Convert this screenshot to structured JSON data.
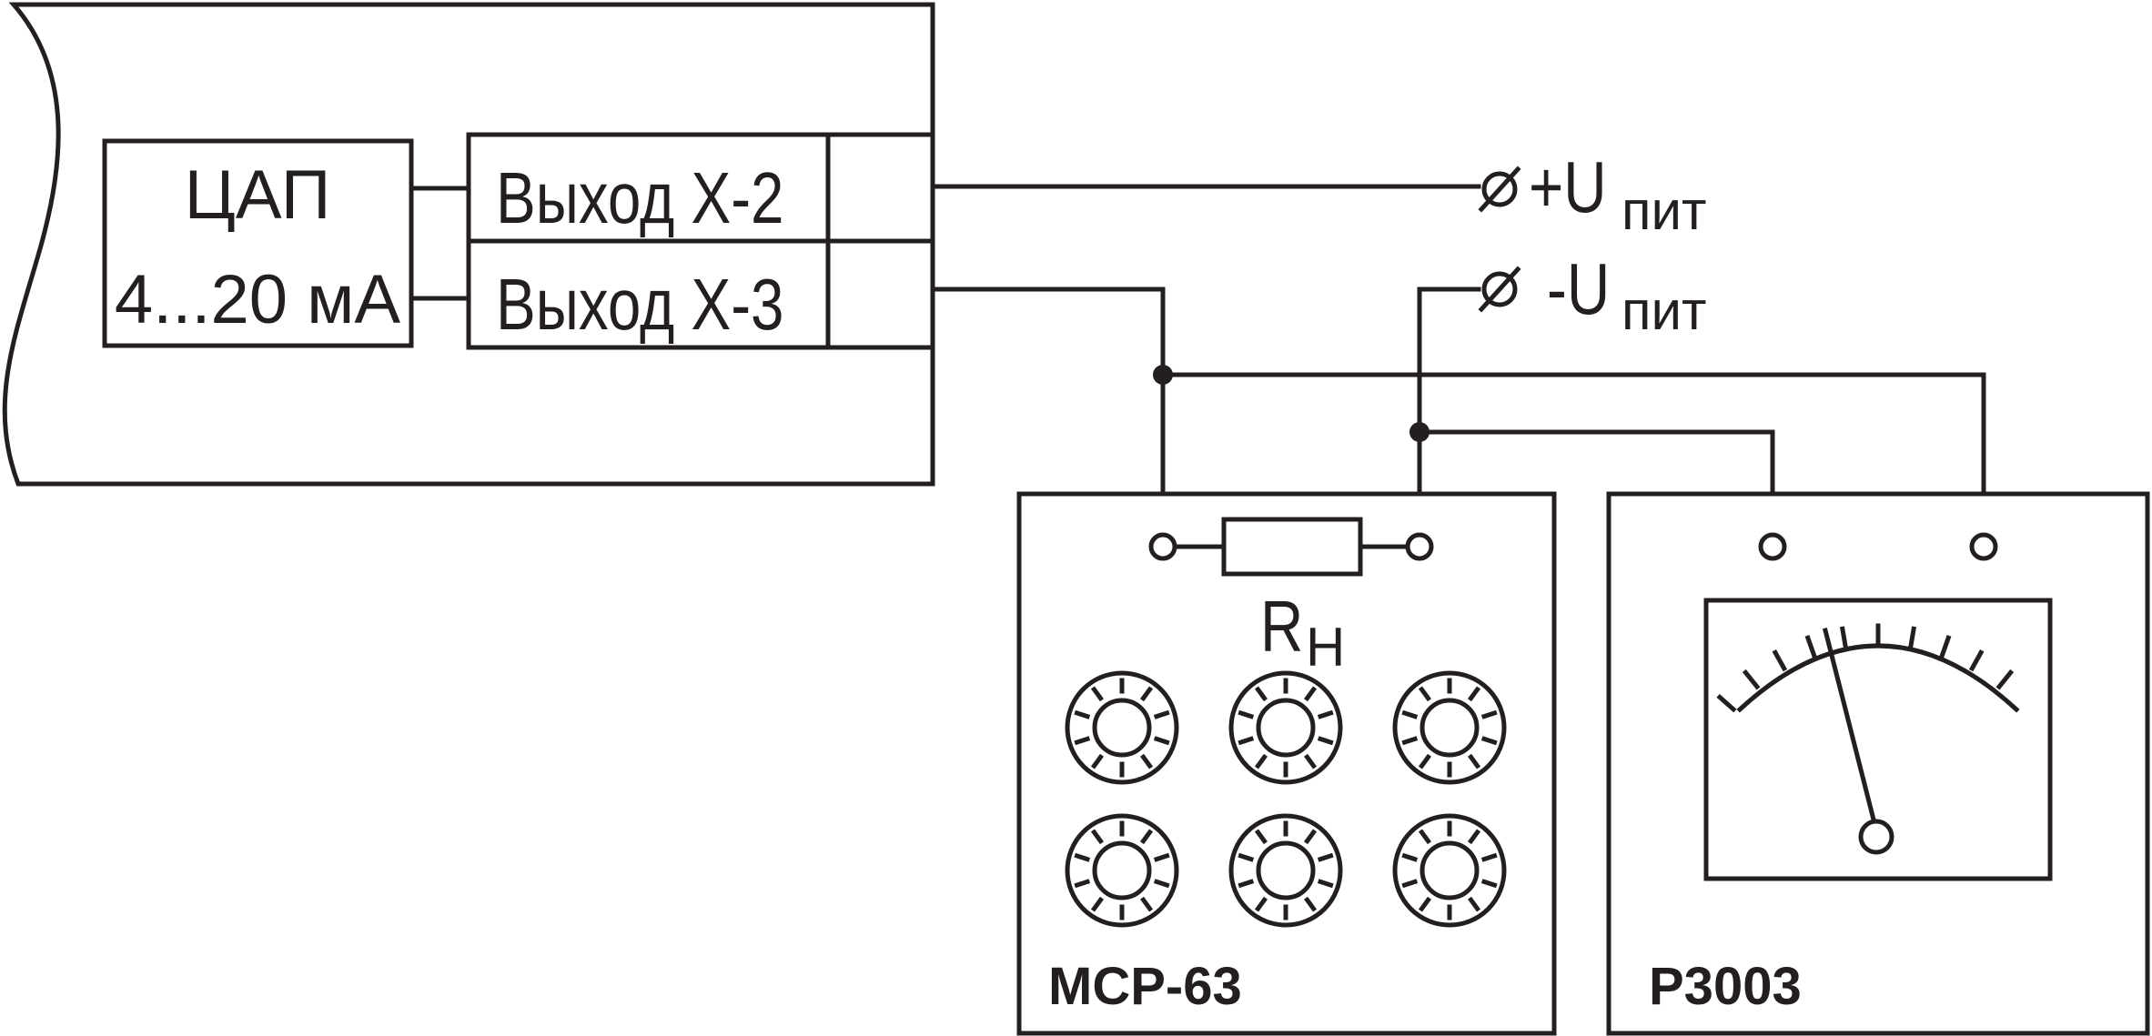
{
  "dac": {
    "line1": "ЦАП",
    "line2": "4...20 мА"
  },
  "outputs": [
    {
      "label": "Выход Х-2"
    },
    {
      "label": "Выход Х-3"
    }
  ],
  "supply": {
    "plus": {
      "prefix": "+U",
      "sub": "пит"
    },
    "minus": {
      "prefix": "-U",
      "sub": "пит"
    }
  },
  "resistor": {
    "symbol": "R",
    "sub": "Н"
  },
  "devices": {
    "resistance_box": "МСР-63",
    "meter": "Р3003"
  },
  "icons": {
    "terminal": "terminal-crossed-icon",
    "knob": "decade-knob-icon",
    "gauge": "analog-gauge-icon"
  }
}
